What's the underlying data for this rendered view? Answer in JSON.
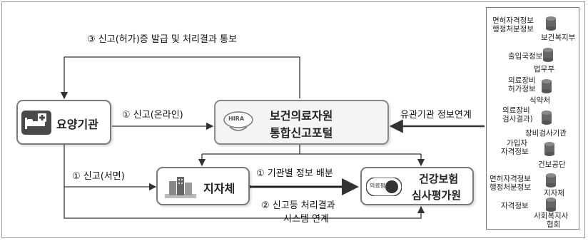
{
  "nodes": {
    "care_facility": "요양기관",
    "portal_line1": "보건의료자원",
    "portal_line2": "통합신고포털",
    "portal_logo": "HIRA",
    "local_gov": "지자체",
    "hira_line1": "건강보험",
    "hira_line2": "심사평가원",
    "hira_logo": "의료평가"
  },
  "edges": {
    "issue_notify": "③ 신고(허가)증 발급 및 처리결과 통보",
    "report_online": "① 신고(온라인)",
    "report_paper": "① 신고(서면)",
    "distribute": "① 기관별 정보 배분",
    "link_line1": "② 신고등 처리결과",
    "link_line2": "시스템 연계",
    "agency_link": "유관기관 정보연계"
  },
  "side_panel": {
    "entries": [
      {
        "lines": [
          "면허자격정보",
          "행정처분정보"
        ],
        "org": "보건복지부"
      },
      {
        "lines": [
          "출입국정보"
        ],
        "org": "법무부"
      },
      {
        "lines": [
          "의료장비",
          "허가정보"
        ],
        "org": "식약처"
      },
      {
        "lines": [
          "의료장비",
          "검사결과)"
        ],
        "org": "장비검사기관"
      },
      {
        "lines": [
          "가입자",
          "자격정보"
        ],
        "org": "건보공단"
      },
      {
        "lines": [
          "면허자격정보",
          "행정처분정보"
        ],
        "org": "지자체"
      },
      {
        "lines": [
          "자격정보"
        ],
        "org_lines": [
          "사회복지사",
          "협회"
        ]
      }
    ]
  },
  "colors": {
    "line": "#333333",
    "box_border": "#7a7a7a",
    "icon_dark": "#4a4a4a"
  }
}
